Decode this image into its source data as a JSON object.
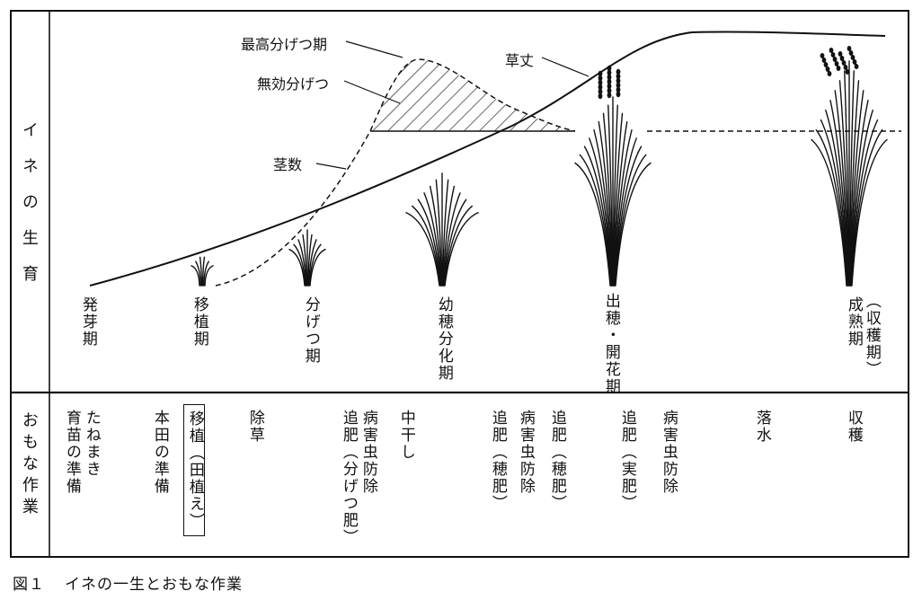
{
  "side_labels": {
    "growth": "イネの生育",
    "work": "おもな作業"
  },
  "curve_labels": {
    "max_tiller": "最高分げつ期",
    "ineffective": "無効分げつ",
    "stem_count": "茎数",
    "height": "草丈"
  },
  "stages": [
    {
      "text": "発芽期"
    },
    {
      "text": "移植期"
    },
    {
      "text": "分げつ期"
    },
    {
      "text": "幼穂分化期"
    },
    {
      "text": "出穂・開花期"
    },
    {
      "text": "成熟期",
      "note": "（収穫期）"
    }
  ],
  "works": [
    {
      "cols": [
        "たねまき",
        "育苗の準備"
      ]
    },
    {
      "cols": [
        "本田の準備"
      ]
    },
    {
      "cols": [
        "移植（田植え）"
      ],
      "boxed": true
    },
    {
      "cols": [
        "除草"
      ]
    },
    {
      "cols": [
        "病害虫防除",
        "追肥（分げつ肥）"
      ]
    },
    {
      "cols": [
        "中干し"
      ]
    },
    {
      "cols": [
        "追肥（穂肥）"
      ]
    },
    {
      "cols": [
        "病害虫防除"
      ]
    },
    {
      "cols": [
        "追肥（穂肥）"
      ]
    },
    {
      "cols": [
        "追肥（実肥）"
      ]
    },
    {
      "cols": [
        "病害虫防除"
      ]
    },
    {
      "cols": [
        "落水"
      ]
    },
    {
      "cols": [
        "収穫"
      ]
    }
  ],
  "caption": {
    "number": "図１",
    "title": "イネの一生とおもな作業"
  }
}
